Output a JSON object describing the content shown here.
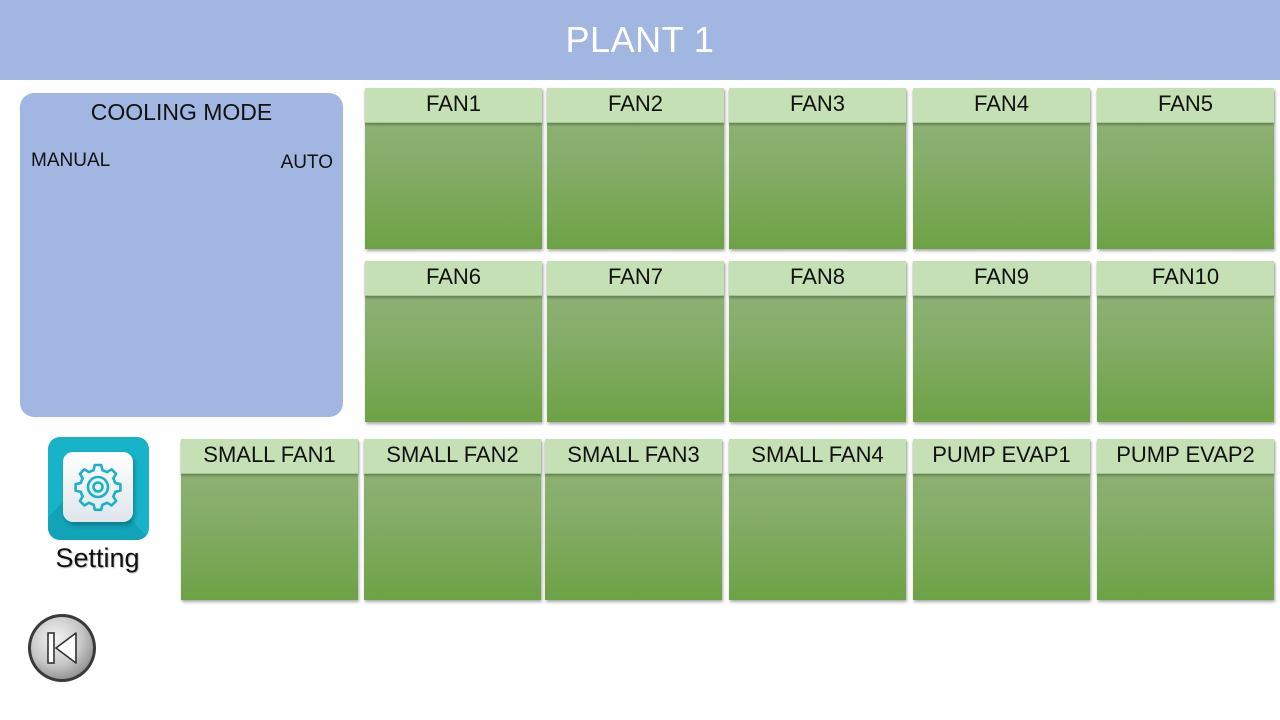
{
  "header": {
    "title": "PLANT 1"
  },
  "cooling_mode": {
    "title": "COOLING MODE",
    "manual_label": "MANUAL",
    "auto_label": "AUTO"
  },
  "fans_row1": [
    {
      "label": "FAN1"
    },
    {
      "label": "FAN2"
    },
    {
      "label": "FAN3"
    },
    {
      "label": "FAN4"
    },
    {
      "label": "FAN5"
    }
  ],
  "fans_row2": [
    {
      "label": "FAN6"
    },
    {
      "label": "FAN7"
    },
    {
      "label": "FAN8"
    },
    {
      "label": "FAN9"
    },
    {
      "label": "FAN10"
    }
  ],
  "row3": [
    {
      "label": "SMALL FAN1"
    },
    {
      "label": "SMALL FAN2"
    },
    {
      "label": "SMALL FAN3"
    },
    {
      "label": "SMALL FAN4"
    },
    {
      "label": "PUMP EVAP1"
    },
    {
      "label": "PUMP EVAP2"
    }
  ],
  "setting": {
    "label": "Setting",
    "icon": "gear-icon"
  },
  "back": {
    "icon": "skip-back-icon"
  },
  "colors": {
    "header_bg": "#a1b7e2",
    "panel_bg": "#a1b7e2",
    "tile_label_bg": "#c5e0b4",
    "tile_top": "#92b47b",
    "tile_bottom": "#6da245",
    "setting_bg": "#16b3c9"
  }
}
